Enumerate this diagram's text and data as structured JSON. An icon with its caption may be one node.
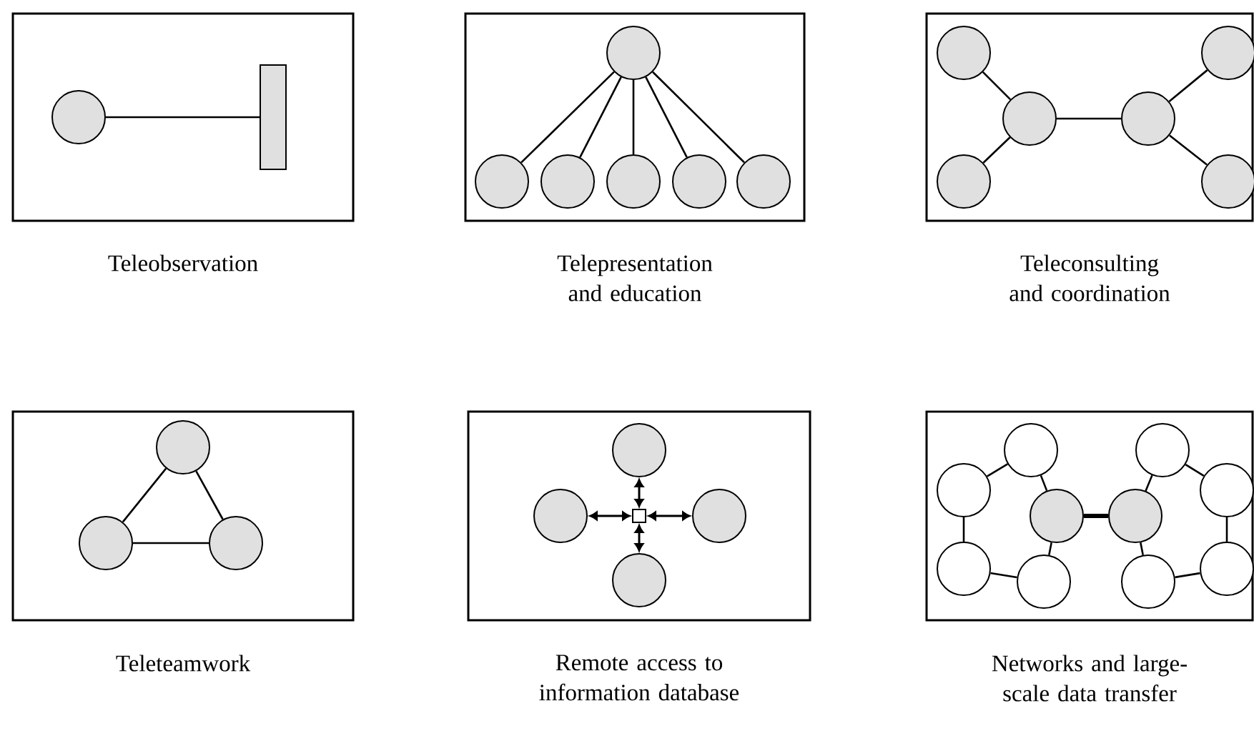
{
  "diagram": {
    "nodes": [
      {
        "text": [
          "Teleobservation"
        ]
      },
      {
        "text": [],
        "shape": "circle",
        "in": 0
      },
      {
        "text": [],
        "shape": "bar",
        "in": 0
      },
      {
        "text": [
          "Telepresentation and education"
        ]
      },
      {
        "text": [],
        "shape": "circle",
        "in": 3
      },
      {
        "text": [],
        "shape": "circle",
        "in": 3
      },
      {
        "text": [],
        "shape": "circle",
        "in": 3
      },
      {
        "text": [],
        "shape": "circle",
        "in": 3
      },
      {
        "text": [],
        "shape": "circle",
        "in": 3
      },
      {
        "text": [],
        "shape": "circle",
        "in": 3
      },
      {
        "text": [
          "Teleconsulting and coordination"
        ]
      },
      {
        "text": [],
        "shape": "circle",
        "in": 10
      },
      {
        "text": [],
        "shape": "circle",
        "in": 10
      },
      {
        "text": [],
        "shape": "circle",
        "in": 10
      },
      {
        "text": [],
        "shape": "circle",
        "in": 10
      },
      {
        "text": [],
        "shape": "circle",
        "in": 10
      },
      {
        "text": [],
        "shape": "circle",
        "in": 10
      },
      {
        "text": [
          "Teleteamwork"
        ]
      },
      {
        "text": [],
        "shape": "circle",
        "in": 17
      },
      {
        "text": [],
        "shape": "circle",
        "in": 17
      },
      {
        "text": [],
        "shape": "circle",
        "in": 17
      },
      {
        "text": [
          "Remote access to information database"
        ]
      },
      {
        "text": [],
        "shape": "circle",
        "in": 21
      },
      {
        "text": [],
        "shape": "circle",
        "in": 21
      },
      {
        "text": [],
        "shape": "box",
        "in": 21
      },
      {
        "text": [],
        "shape": "circle",
        "in": 21
      },
      {
        "text": [],
        "shape": "circle",
        "in": 21
      },
      {
        "text": [
          "Networks and large-scale data transfer"
        ]
      },
      {
        "text": [],
        "shape": "circle",
        "in": 27
      },
      {
        "text": [],
        "shape": "circle",
        "in": 27
      },
      {
        "text": [],
        "shape": "circle",
        "in": 27
      },
      {
        "text": [],
        "shape": "circle",
        "in": 27
      },
      {
        "text": [],
        "shape": "circle",
        "in": 27
      },
      {
        "text": [],
        "shape": "circle",
        "in": 27
      },
      {
        "text": [],
        "shape": "circle",
        "in": 27
      },
      {
        "text": [],
        "shape": "circle",
        "in": 27
      },
      {
        "text": [],
        "shape": "circle",
        "in": 27
      },
      {
        "text": [],
        "shape": "circle",
        "in": 27
      }
    ],
    "edges": [
      {
        "from": 1,
        "to": 2,
        "arrow": "none"
      },
      {
        "from": 4,
        "to": 5,
        "arrow": "none"
      },
      {
        "from": 4,
        "to": 6,
        "arrow": "none"
      },
      {
        "from": 4,
        "to": 7,
        "arrow": "none"
      },
      {
        "from": 4,
        "to": 8,
        "arrow": "none"
      },
      {
        "from": 4,
        "to": 9,
        "arrow": "none"
      },
      {
        "from": 11,
        "to": 13,
        "arrow": "none"
      },
      {
        "from": 12,
        "to": 13,
        "arrow": "none"
      },
      {
        "from": 13,
        "to": 14,
        "arrow": "none"
      },
      {
        "from": 14,
        "to": 15,
        "arrow": "none"
      },
      {
        "from": 14,
        "to": 16,
        "arrow": "none"
      },
      {
        "from": 18,
        "to": 19,
        "arrow": "none"
      },
      {
        "from": 18,
        "to": 20,
        "arrow": "none"
      },
      {
        "from": 19,
        "to": 20,
        "arrow": "none"
      },
      {
        "from": 24,
        "to": 22,
        "arrow": "both"
      },
      {
        "from": 24,
        "to": 23,
        "arrow": "both"
      },
      {
        "from": 24,
        "to": 25,
        "arrow": "both"
      },
      {
        "from": 24,
        "to": 26,
        "arrow": "both"
      },
      {
        "from": 29,
        "to": 28,
        "arrow": "none"
      },
      {
        "from": 28,
        "to": 31,
        "arrow": "none"
      },
      {
        "from": 29,
        "to": 30,
        "arrow": "none"
      },
      {
        "from": 30,
        "to": 32,
        "arrow": "none"
      },
      {
        "from": 32,
        "to": 31,
        "arrow": "none"
      },
      {
        "from": 31,
        "to": 33,
        "arrow": "none",
        "style": "thick"
      },
      {
        "from": 33,
        "to": 34,
        "arrow": "none"
      },
      {
        "from": 34,
        "to": 35,
        "arrow": "none"
      },
      {
        "from": 35,
        "to": 36,
        "arrow": "none"
      },
      {
        "from": 36,
        "to": 37,
        "arrow": "none"
      },
      {
        "from": 37,
        "to": 33,
        "arrow": "none"
      }
    ]
  }
}
